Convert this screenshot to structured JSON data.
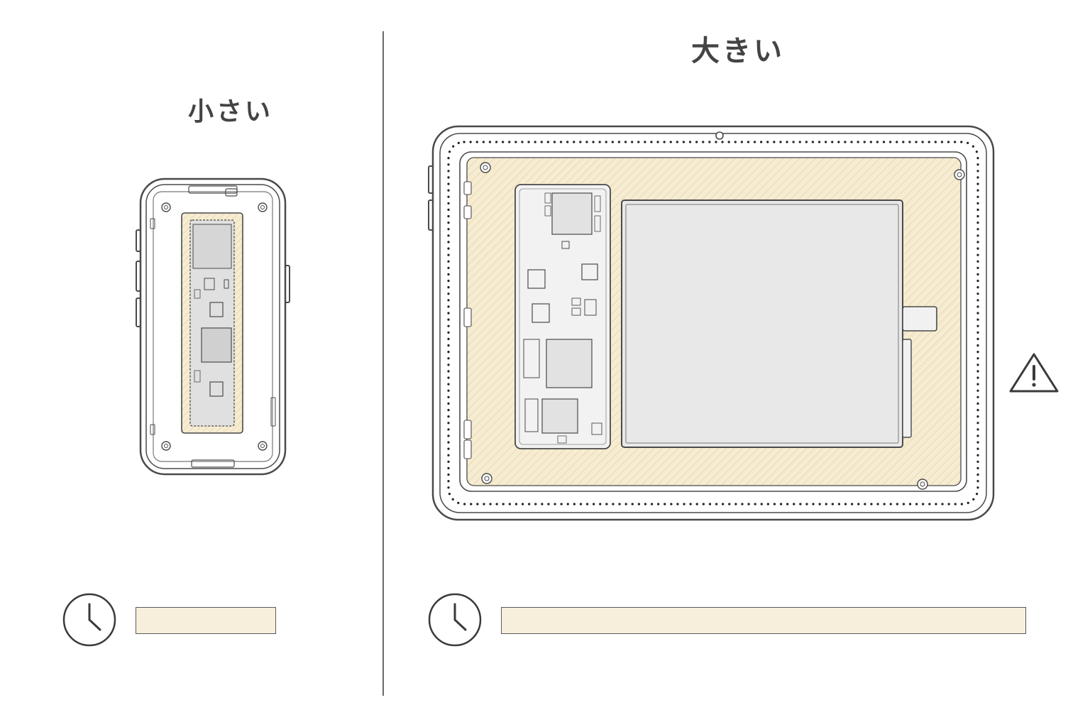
{
  "panels": {
    "small": {
      "title": "小さい",
      "time_bar_fill": 1.0
    },
    "large": {
      "title": "大きい",
      "time_bar_fill": 1.0
    }
  },
  "icons": {
    "clock": "clock-icon",
    "warning": "warning-triangle-icon"
  },
  "colors": {
    "line": "#4a4a4a",
    "adhesive_fill": "#f6ecd2",
    "adhesive_hatch": "#e5d3a6",
    "time_bar_fill": "#f8eedc",
    "board_fill": "#f2f2f2",
    "battery_fill": "#e8e8e8"
  }
}
